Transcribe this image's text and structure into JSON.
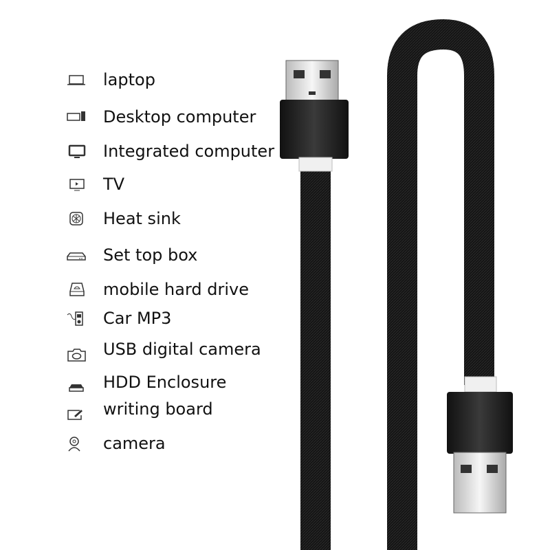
{
  "features": [
    {
      "label": "laptop",
      "icon": "laptop-icon"
    },
    {
      "label": "Desktop computer",
      "icon": "desktop-computer-icon"
    },
    {
      "label": "Integrated computer",
      "icon": "monitor-icon"
    },
    {
      "label": "TV",
      "icon": "tv-icon"
    },
    {
      "label": "Heat sink",
      "icon": "fan-icon"
    },
    {
      "label": "Set top box",
      "icon": "set-top-box-icon"
    },
    {
      "label": "mobile hard drive",
      "icon": "hard-drive-icon"
    },
    {
      "label": "Car MP3",
      "icon": "mp3-player-icon"
    },
    {
      "label": "USB digital camera",
      "icon": "camera-icon"
    },
    {
      "label": "HDD Enclosure",
      "icon": "hdd-enclosure-icon"
    },
    {
      "label": "writing board",
      "icon": "writing-board-icon"
    },
    {
      "label": "camera",
      "icon": "webcam-icon"
    }
  ],
  "colors": {
    "cable": "#141414",
    "housing": "#2a2a2a",
    "metal": "#e8e8e8",
    "text": "#111111"
  }
}
